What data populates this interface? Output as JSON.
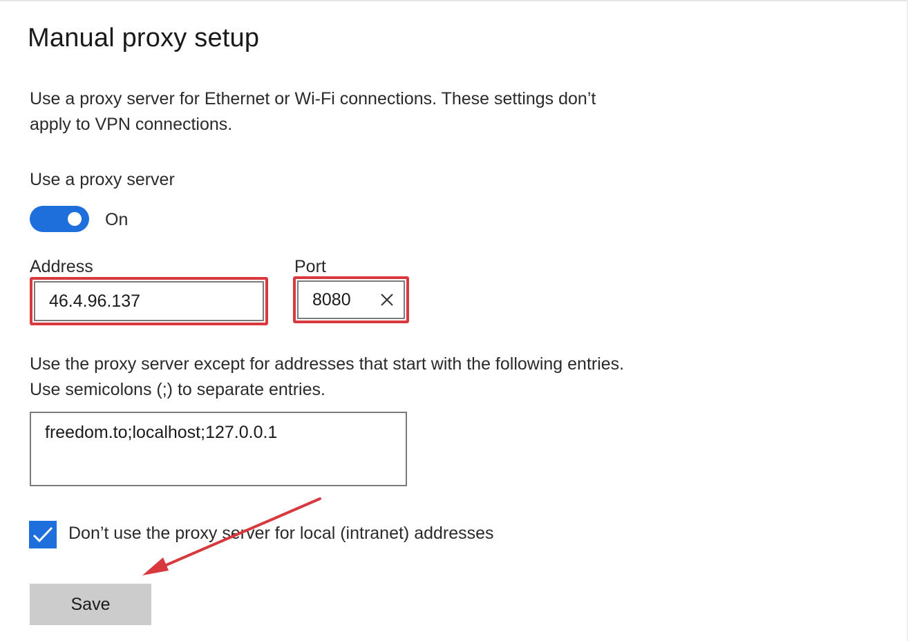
{
  "page": {
    "title": "Manual proxy setup",
    "description": "Use a proxy server for Ethernet or Wi-Fi connections. These settings don’t apply to VPN connections."
  },
  "proxy": {
    "label": "Use a proxy server",
    "toggle_state": "On",
    "toggle_on": true
  },
  "address": {
    "label": "Address",
    "value": "46.4.96.137"
  },
  "port": {
    "label": "Port",
    "value": "8080"
  },
  "exceptions": {
    "description": "Use the proxy server except for addresses that start with the following entries. Use semicolons (;) to separate entries.",
    "value": "freedom.to;localhost;127.0.0.1"
  },
  "local_bypass": {
    "label": "Don’t use the proxy server for local (intranet) addresses",
    "checked": true
  },
  "save_label": "Save",
  "icons": {
    "clear": "close-icon",
    "checkbox": "checkmark-icon",
    "annotation": "arrow-annotation"
  },
  "colors": {
    "accent": "#1e6fdc",
    "highlight": "#d8393f",
    "button_bg": "#cccccc"
  }
}
